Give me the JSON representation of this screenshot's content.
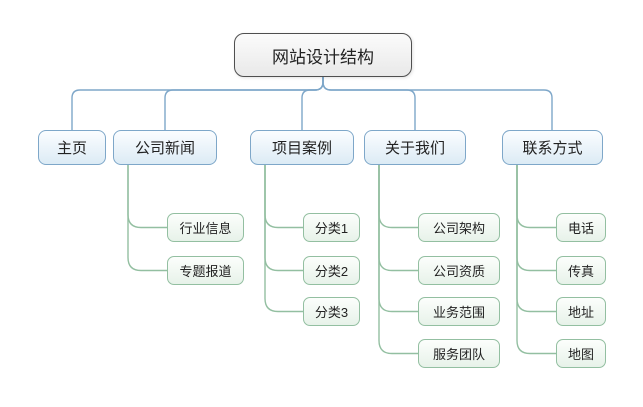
{
  "diagram": {
    "title": "网站设计结构",
    "root": {
      "label": "网站设计结构"
    },
    "branches": [
      {
        "label": "主页",
        "children": []
      },
      {
        "label": "公司新闻",
        "children": [
          {
            "label": "行业信息"
          },
          {
            "label": "专题报道"
          }
        ]
      },
      {
        "label": "项目案例",
        "children": [
          {
            "label": "分类1"
          },
          {
            "label": "分类2"
          },
          {
            "label": "分类3"
          }
        ]
      },
      {
        "label": "关于我们",
        "children": [
          {
            "label": "公司架构"
          },
          {
            "label": "公司资质"
          },
          {
            "label": "业务范围"
          },
          {
            "label": "服务团队"
          }
        ]
      },
      {
        "label": "联系方式",
        "children": [
          {
            "label": "电话"
          },
          {
            "label": "传真"
          },
          {
            "label": "地址"
          },
          {
            "label": "地图"
          }
        ]
      }
    ],
    "colors": {
      "background": "#ffffff",
      "root_border": "#4f4f4f",
      "root_fill_bottom": "#e9e9e9",
      "branch_border": "#7ea7c9",
      "branch_fill_bottom": "#dcebf5",
      "branch_connector": "#7ea7c9",
      "leaf_border": "#93bfa1",
      "leaf_fill_bottom": "#e7f2e9",
      "leaf_connector": "#93bfa1",
      "text": "#222222"
    }
  }
}
